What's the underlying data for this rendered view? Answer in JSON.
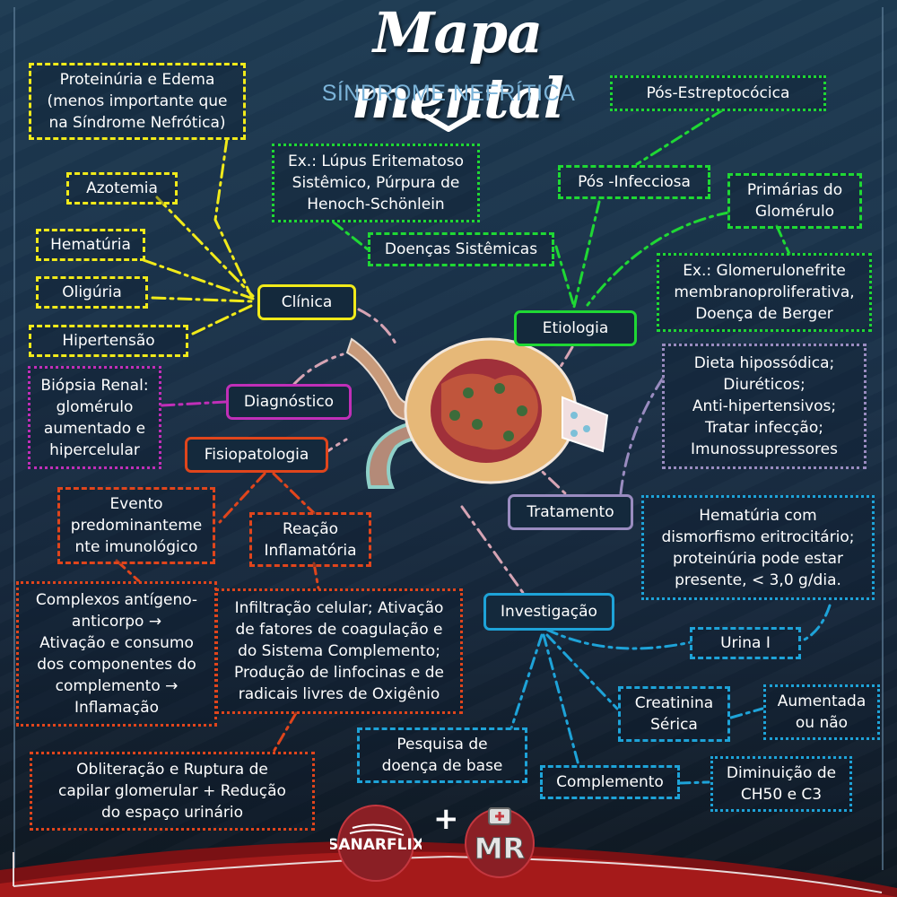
{
  "header": {
    "title": "Mapa mental",
    "subtitle": "SÍNDROME NEFRÍTICA"
  },
  "colors": {
    "clinica": "#f1ea1a",
    "etiologia": "#1fd834",
    "diagnostico": "#c02fb8",
    "fisiopatologia": "#e0451c",
    "tratamento": "#9a8cc0",
    "investigacao": "#1ea3d8",
    "connector_center": "#d6a4b4"
  },
  "center": {
    "image": "glomerulus-illustration"
  },
  "clinica": {
    "label": "Clínica",
    "items": [
      "Proteinúria e Edema\n(menos importante que\nna Síndrome Nefrótica)",
      "Azotemia",
      "Hematúria",
      "Oligúria",
      "Hipertensão"
    ]
  },
  "diagnostico": {
    "label": "Diagnóstico",
    "items": [
      "Biópsia Renal:\nglomérulo\naumentado e\nhipercelular"
    ]
  },
  "fisiopatologia": {
    "label": "Fisiopatologia",
    "items": [
      "Evento\npredominanteme\nnte imunológico",
      "Reação\nInflamatória",
      "Complexos antígeno-\nanticorpo →\nAtivação e consumo\ndos componentes do\ncomplemento →\nInflamação",
      "Infiltração celular; Ativação\nde fatores de coagulação e\ndo Sistema Complemento;\nProdução de linfocinas e de\nradicais livres de Oxigênio",
      "Obliteração e Ruptura de\ncapilar glomerular + Redução\ndo espaço urinário"
    ]
  },
  "etiologia": {
    "label": "Etiologia",
    "items": [
      "Pós-Estreptocócica",
      "Pós -Infecciosa",
      "Primárias do\nGlomérulo",
      "Ex.: Glomerulonefrite\nmembranoproliferativa,\nDoença de Berger",
      "Doenças Sistêmicas",
      "Ex.: Lúpus Eritematoso\nSistêmico, Púrpura de\nHenoch-Schönlein"
    ]
  },
  "tratamento": {
    "label": "Tratamento",
    "items": [
      "Dieta hipossódica;\nDiuréticos;\nAnti-hipertensivos;\nTratar infecção;\nImunossupressores"
    ]
  },
  "investigacao": {
    "label": "Investigação",
    "items": [
      "Hematúria com\ndismorfismo eritrocitário;\nproteinúria pode estar\npresente, < 3,0 g/dia.",
      "Urina I",
      "Creatinina\nSérica",
      "Aumentada\nou não",
      "Pesquisa de\ndoença de base",
      "Complemento",
      "Diminuição de\nCH50 e C3"
    ]
  },
  "footer": {
    "logo1": "SANARFLIX",
    "plus": "+",
    "logo2": "MR"
  }
}
